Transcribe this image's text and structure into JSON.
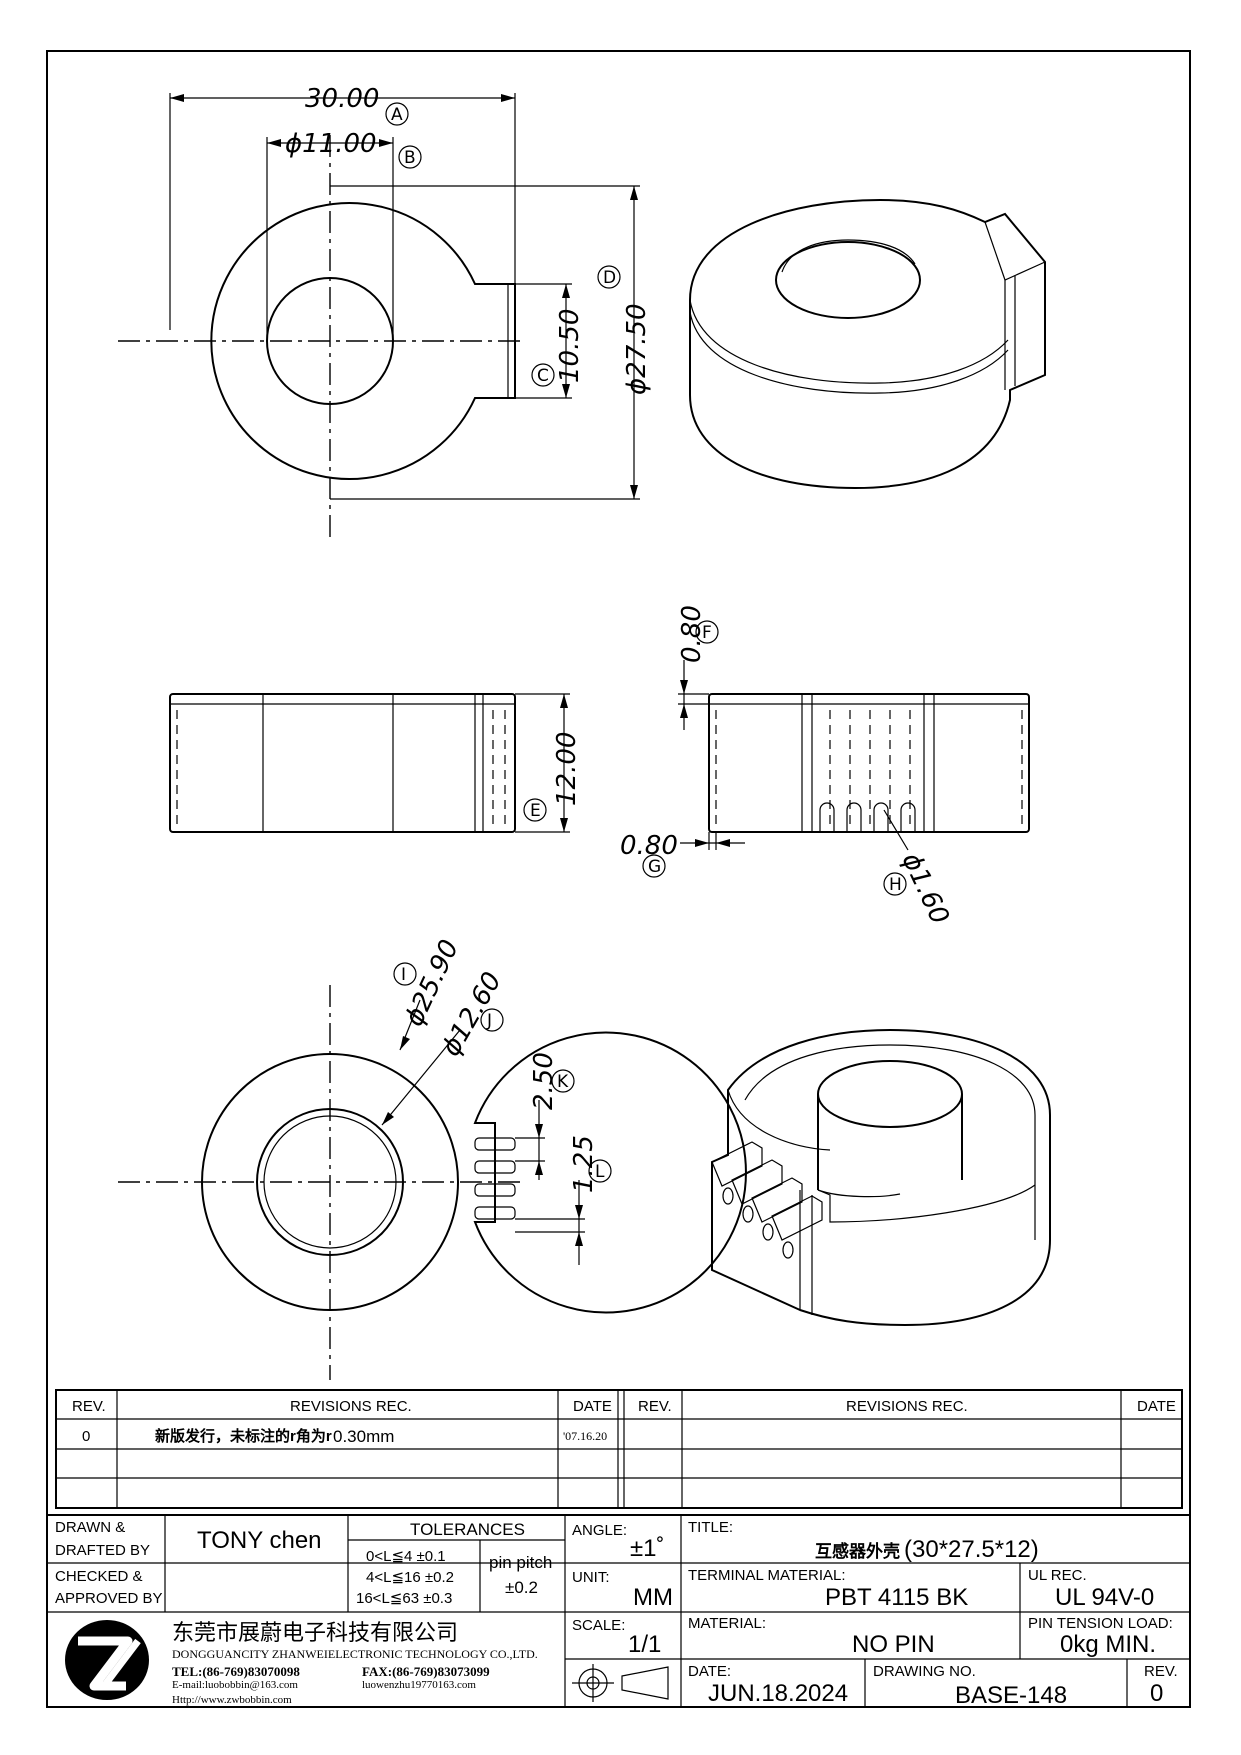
{
  "dimensions": {
    "width_a": "30.00",
    "bore_b": "ϕ11.00",
    "tab_c": "10.50",
    "outer_d": "ϕ27.50",
    "height_e": "12.00",
    "f": "0.80",
    "g": "0.80",
    "pin_h": "ϕ1.60",
    "inner_i": "ϕ25.90",
    "core_j": "ϕ12.60",
    "pitch_k": "2.50",
    "slot_l": "1.25"
  },
  "callouts": [
    "A",
    "B",
    "C",
    "D",
    "E",
    "F",
    "G",
    "H",
    "I",
    "J",
    "K",
    "L"
  ],
  "revisions": {
    "headers": {
      "rev": "REV.",
      "rec": "REVISIONS  REC.",
      "date": "DATE"
    },
    "rows": [
      {
        "rev": "0",
        "rec_cn": "新版发行，未标注的r角为r",
        "rec_val": "0.30mm",
        "date": "'07.16.20"
      }
    ]
  },
  "title_block": {
    "drawn_label": "DRAWN &",
    "drafted_label": "DRAFTED BY",
    "drawn_by": "TONY chen",
    "checked_label": "CHECKED &",
    "approved_label": "APPROVED BY",
    "tolerances_title": "TOLERANCES",
    "tol1": "0<L≦4   ±0.1",
    "tol2": "4<L≦16  ±0.2",
    "tol3": "16<L≦63 ±0.3",
    "pin_pitch_label": "pin pitch",
    "pin_pitch_value": "±0.2",
    "angle_label": "ANGLE:",
    "angle_value": "±1˚",
    "unit_label": "UNIT:",
    "unit_value": "MM",
    "scale_label": "SCALE:",
    "scale_value": "1/1",
    "title_label": "TITLE:",
    "title_cn": "互感器外壳",
    "title_value": "(30*27.5*12)",
    "terminal_label": "TERMINAL  MATERIAL:",
    "terminal_value": "PBT  4115  BK",
    "ul_label": "UL  REC.",
    "ul_value": "UL  94V-0",
    "material_label": "MATERIAL:",
    "material_value": "NO  PIN",
    "pin_tension_label": "PIN  TENSION  LOAD:",
    "pin_tension_value": "0kg  MIN.",
    "date_label": "DATE:",
    "date_value": "JUN.18.2024",
    "drawing_no_label": "DRAWING  NO.",
    "drawing_no_value": "BASE-148",
    "rev_label": "REV.",
    "rev_value": "0"
  },
  "company": {
    "name_cn": "东莞市展蔚电子科技有限公司",
    "name_en": "DONGGUANCITY ZHANWEIELECTRONIC TECHNOLOGY CO.,LTD.",
    "tel": "TEL:(86-769)83070098",
    "fax": "FAX:(86-769)83073099",
    "email1": "E-mail:luobobbin@163.com",
    "email2": "luowenzhu19770163.com",
    "http": "Http://www.zwbobbin.com"
  }
}
